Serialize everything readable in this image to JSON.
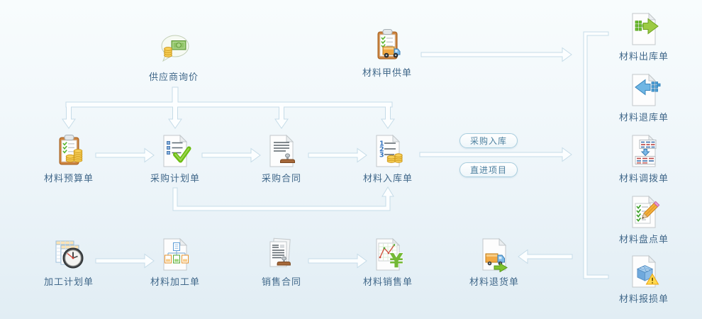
{
  "nodes": {
    "supplier_inquiry": {
      "label": "供应商询价",
      "icon": "money-chat"
    },
    "owner_supplied": {
      "label": "材料甲供单",
      "icon": "clipboard-truck"
    },
    "material_budget": {
      "label": "材料预算单",
      "icon": "clipboard-coins"
    },
    "purchase_plan": {
      "label": "采购计划单",
      "icon": "doc-check"
    },
    "purchase_contract": {
      "label": "采购合同",
      "icon": "doc-stamp"
    },
    "material_inbound": {
      "label": "材料入库单",
      "icon": "doc-123-coins"
    },
    "material_outbound": {
      "label": "材料出库单",
      "icon": "doc-out-arrow"
    },
    "material_return_store": {
      "label": "材料退库单",
      "icon": "doc-in-arrow"
    },
    "material_transfer": {
      "label": "材料调拨单",
      "icon": "doc-transfer"
    },
    "material_stocktake": {
      "label": "材料盘点单",
      "icon": "doc-checklist-pencil"
    },
    "material_damage": {
      "label": "材料报损单",
      "icon": "doc-block-warning"
    },
    "processing_plan": {
      "label": "加工计划单",
      "icon": "sheets-clock"
    },
    "material_processing": {
      "label": "材料加工单",
      "icon": "doc-hierarchy"
    },
    "sales_contract": {
      "label": "销售合同",
      "icon": "docs-stamp"
    },
    "material_sales": {
      "label": "材料销售单",
      "icon": "doc-chart-yen"
    },
    "material_returns": {
      "label": "材料退货单",
      "icon": "doc-truck-return"
    }
  },
  "pills": {
    "purchase_inbound": "采购入库",
    "direct_project": "直进项目"
  },
  "colors": {
    "background_top": "#f8fcfd",
    "background_bottom": "#e1edf4",
    "label_text": "#41688a",
    "arrow_fill": "#fcfeff",
    "arrow_stroke": "#c6dce8",
    "pill_border": "#a9cede",
    "pill_text": "#4c7f9e"
  }
}
